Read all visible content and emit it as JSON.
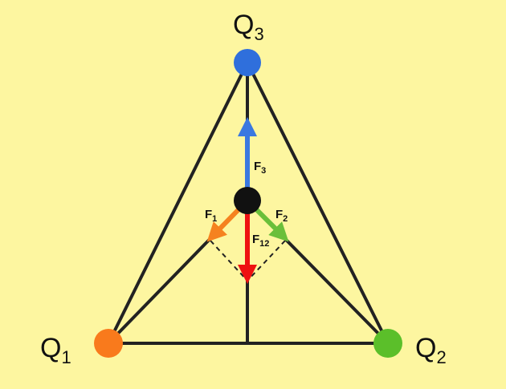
{
  "background": "#fdf6a0",
  "charges": {
    "q1": {
      "base": "Q",
      "sub": "1",
      "color": "#f97a1c"
    },
    "q2": {
      "base": "Q",
      "sub": "2",
      "color": "#5bbf2a"
    },
    "q3": {
      "base": "Q",
      "sub": "3",
      "color": "#2f6fdc"
    },
    "center": {
      "color": "#111111"
    }
  },
  "forces": {
    "f1": {
      "base": "F",
      "sub": "1",
      "color": "#f5821f"
    },
    "f2": {
      "base": "F",
      "sub": "2",
      "color": "#6abf3a"
    },
    "f3": {
      "base": "F",
      "sub": "3",
      "color": "#3a78e0"
    },
    "f12": {
      "base": "F",
      "sub": "12",
      "color": "#ee1111"
    }
  }
}
